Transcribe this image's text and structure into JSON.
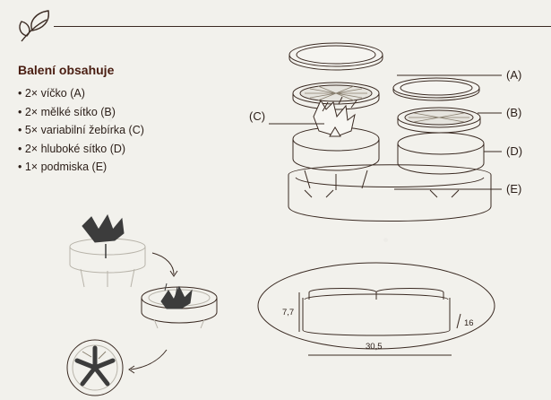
{
  "heading": "Balení obsahuje",
  "items": [
    "2× víčko (A)",
    "2× mělké sítko (B)",
    "5× variabilní žebírka (C)",
    "2× hluboké sítko (D)",
    "1× podmiska (E)"
  ],
  "callouts": {
    "a": "(A)",
    "b": "(B)",
    "c": "(C)",
    "d": "(D)",
    "e": "(E)"
  },
  "dimensions": {
    "height": "7,7",
    "width": "30,5",
    "depth": "16"
  },
  "colors": {
    "line": "#3a2a22",
    "heading": "#4a1e12",
    "fin": "#3c3c3c",
    "paper": "#f2f1ec"
  }
}
